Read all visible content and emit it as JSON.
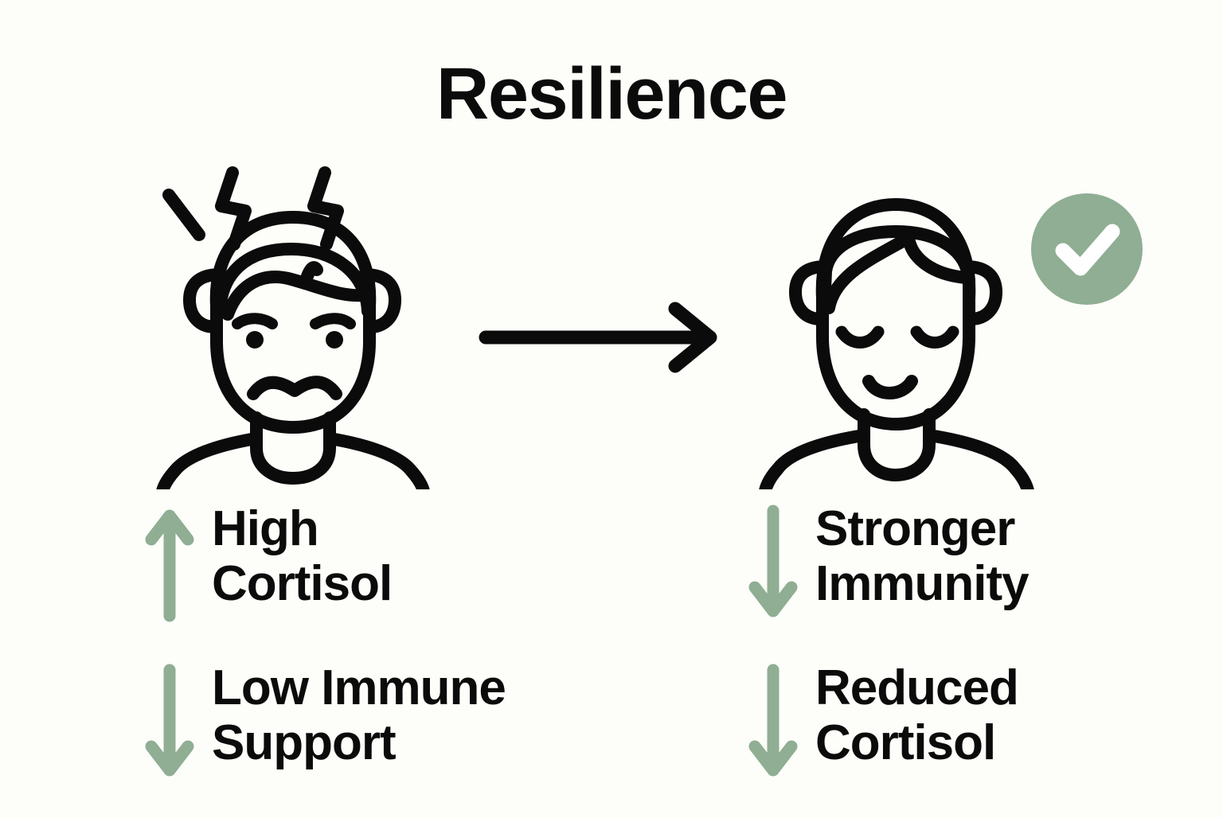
{
  "page": {
    "title": "Resilience",
    "background_color": "#FDFDF9",
    "ink_color": "#0B0B0B",
    "accent_color": "#8FAE93"
  },
  "flow": {
    "transition_arrow": "right-arrow-icon"
  },
  "panels": {
    "left": {
      "figure": {
        "name": "stressed-person-icon",
        "expression": "frowning",
        "stress_marks": 3
      },
      "stats": [
        {
          "arrow_direction": "up",
          "arrow_icon": "arrow-up-icon",
          "label": "High\nCortisol"
        },
        {
          "arrow_direction": "down",
          "arrow_icon": "arrow-down-icon",
          "label": "Low Immune\nSupport"
        }
      ]
    },
    "right": {
      "figure": {
        "name": "calm-person-icon",
        "expression": "serene-smiling",
        "badge": {
          "name": "check-badge-icon",
          "color": "#8FAE93",
          "symbol": "checkmark"
        }
      },
      "stats": [
        {
          "arrow_direction": "down",
          "arrow_icon": "arrow-down-icon",
          "label": "Stronger\nImmunity"
        },
        {
          "arrow_direction": "down",
          "arrow_icon": "arrow-down-icon",
          "label": "Reduced\nCortisol"
        }
      ]
    }
  }
}
